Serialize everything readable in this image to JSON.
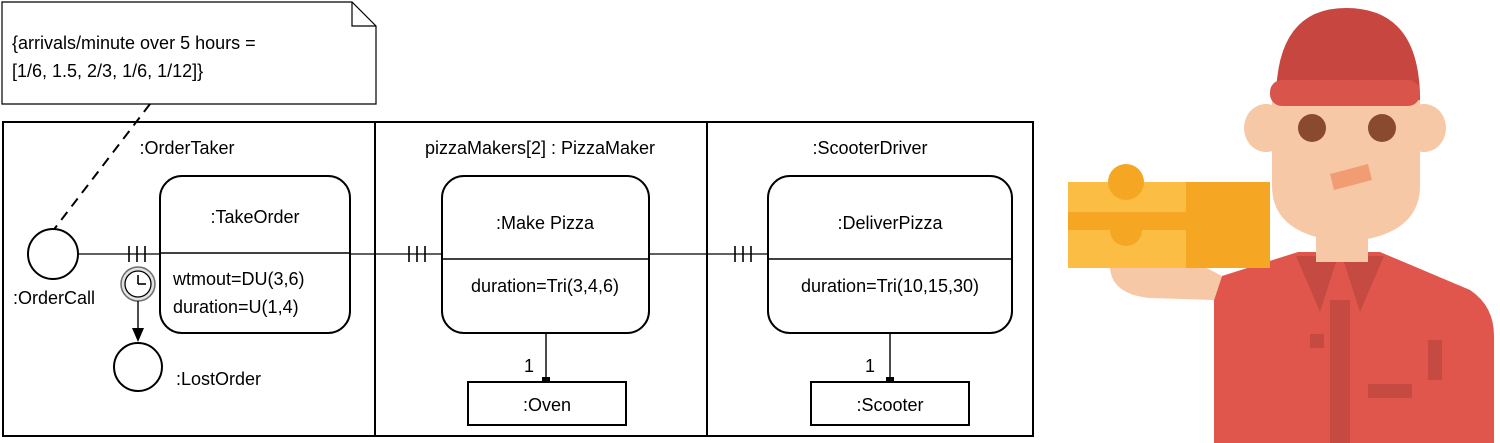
{
  "note": {
    "line1": "{arrivals/minute over 5 hours =",
    "line2": "[1/6, 1.5, 2/3, 1/6, 1/12]}"
  },
  "lanes": [
    {
      "title": ":OrderTaker"
    },
    {
      "title": "pizzaMakers[2] : PizzaMaker"
    },
    {
      "title": ":ScooterDriver"
    }
  ],
  "events": {
    "start": ":OrderCall",
    "lost": ":LostOrder"
  },
  "activities": {
    "take_order": {
      "name": ":TakeOrder",
      "line1": "wtmout=DU(3,6)",
      "line2": "duration=U(1,4)"
    },
    "make_pizza": {
      "name": ":Make Pizza",
      "line1": "duration=Tri(3,4,6)"
    },
    "deliver_pizza": {
      "name": ":DeliverPizza",
      "line1": "duration=Tri(10,15,30)"
    }
  },
  "resources": {
    "oven": {
      "name": ":Oven",
      "multiplicity": "1"
    },
    "scooter": {
      "name": ":Scooter",
      "multiplicity": "1"
    }
  },
  "colors": {
    "line": "#000000",
    "cap": "#d9544b",
    "cap_dark": "#c7463f",
    "skin": "#f6c8a6",
    "shirt": "#e0564d",
    "shirt_dark": "#c44a42",
    "box": "#f5a623",
    "box_light": "#fbbd43",
    "eyes": "#8a4a2f"
  },
  "icons": [
    "clock-icon",
    "pizza-delivery-person-illustration"
  ]
}
